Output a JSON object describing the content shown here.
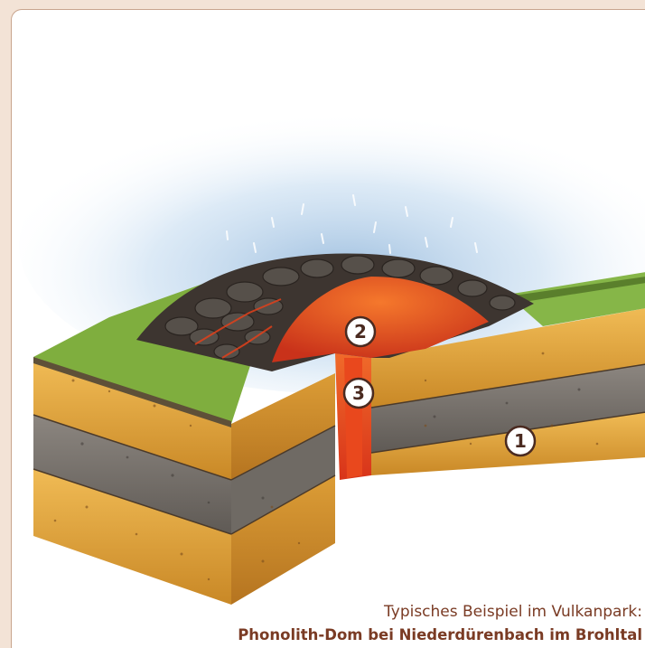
{
  "caption": {
    "line1": "Typisches Beispiel im Vulkanpark:",
    "line2": "Phonolith-Dom bei Niederdürenbach im Brohltal"
  },
  "markers": [
    {
      "label": "1"
    },
    {
      "label": "2"
    },
    {
      "label": "3"
    }
  ],
  "colors": {
    "page_bg": "#f3e3d6",
    "frame": "#c9a58e",
    "caption": "#7a3b24",
    "sand_layer": "#e0a23c",
    "grey_layer": "#77716a",
    "magma": "#e2401a",
    "grass": "#7fae3e"
  }
}
